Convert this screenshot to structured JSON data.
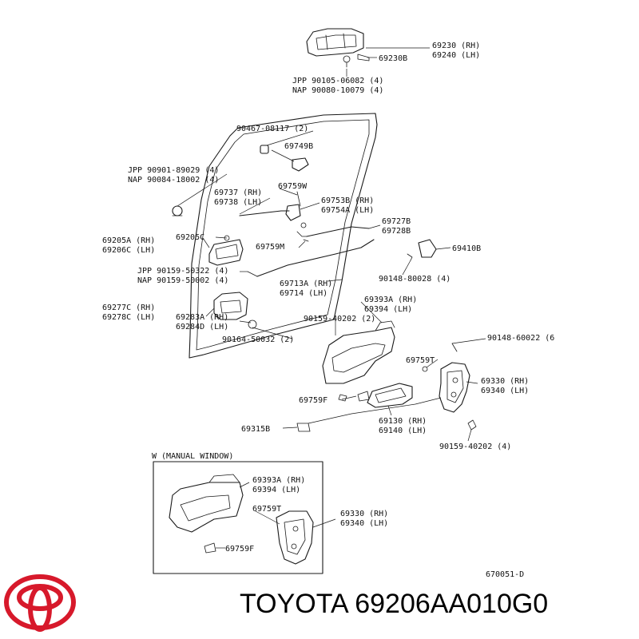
{
  "brand": {
    "name": "TOYOTA",
    "part_number": "69206AA010G0",
    "logo_icon": "toyota-logo-icon",
    "logo_color": "#d7192b"
  },
  "inset": {
    "title": "W (MANUAL  WINDOW)"
  },
  "drawing_code": "670051-D",
  "labels": {
    "l_69230": "69230 (RH)",
    "l_69240": "69240 (LH)",
    "l_69230b": "69230B",
    "l_jpp1": "JPP  90105-06082 (4)",
    "l_nap1": "NAP  90080-10079 (4)",
    "l_90467": "90467-08117 (2)",
    "l_69749b": "69749B",
    "l_jpp2": "JPP 90901-89029 (4)",
    "l_nap2": "NAP 90084-18002 (4)",
    "l_69759w": "69759W",
    "l_69737": "69737 (RH)",
    "l_69738": "69738 (LH)",
    "l_69753b": "69753B (RH)",
    "l_69754a": "69754A (LH)",
    "l_69727b": "69727B",
    "l_69728b": "69728B",
    "l_69205a": "69205A (RH)",
    "l_69206c": "69206C (LH)",
    "l_69205c": "69205C",
    "l_69759m": "69759M",
    "l_69410b": "69410B",
    "l_jpp3": "JPP  90159-50322 (4)",
    "l_nap3": "NAP  90159-50002 (4)",
    "l_90148a": "90148-80028 (4)",
    "l_69713a": "69713A (RH)",
    "l_69714": "69714  (LH)",
    "l_69393a": "69393A (RH)",
    "l_69394": "69394  (LH)",
    "l_69277c": "69277C (RH)",
    "l_69278c": "69278C (LH)",
    "l_69283a": "69283A (RH)",
    "l_69284d": "69284D (LH)",
    "l_90159a": "90159-40202 (2)",
    "l_90148b": "90148-60022 (6",
    "l_90164": "90164-50032 (2)",
    "l_69759t": "69759T",
    "l_69330": "69330 (RH)",
    "l_69340": "69340 (LH)",
    "l_69759f": "69759F",
    "l_69130": "69130 (RH)",
    "l_69140": "69140 (LH)",
    "l_69315b": "69315B",
    "l_90159b": "90159-40202 (4)",
    "i_69393a": "69393A (RH)",
    "i_69394": "69394  (LH)",
    "i_69759t": "69759T",
    "i_69330": "69330 (RH)",
    "i_69340": "69340 (LH)",
    "i_69759f": "69759F"
  }
}
